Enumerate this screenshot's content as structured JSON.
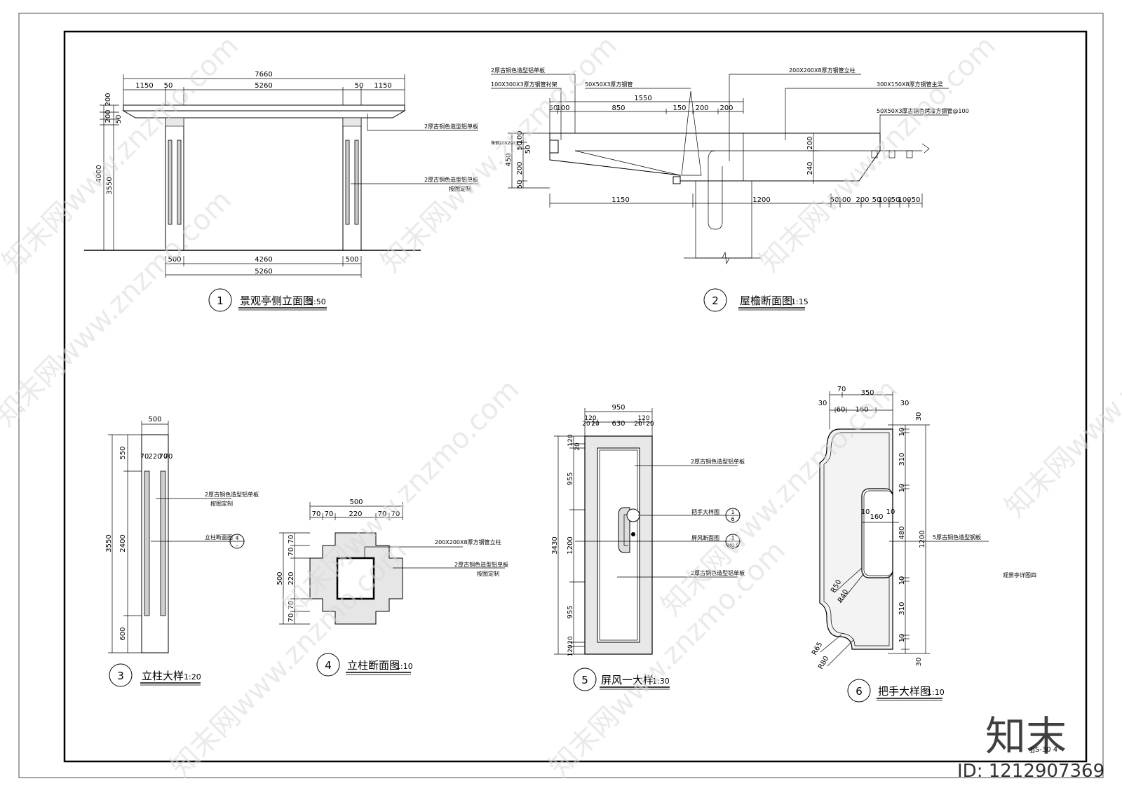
{
  "drawing_1": {
    "title": "景观亭侧立面图",
    "scale": "1:50",
    "number": "1",
    "dims_top": [
      "7660",
      "1150",
      "50",
      "5260",
      "50",
      "1150"
    ],
    "dims_left": [
      "200",
      "200",
      "50",
      "4000",
      "3550"
    ],
    "dims_bottom": [
      "500",
      "4260",
      "500",
      "5260"
    ],
    "notes": [
      "2厚古铜色造型铝单板",
      "2厚古铜色造型铝单板",
      "按图定制"
    ]
  },
  "drawing_2": {
    "title": "屋檐断面图",
    "scale": "1:15",
    "number": "2",
    "notes_top": [
      "2厚古铜色造型铝单板",
      "100X300X3厚方钢管衬架",
      "50X50X3厚方钢管",
      "200X200X8厚方钢管立柱",
      "300X150X8厚方钢管主梁",
      "50X50X3厚古铜色烤漆方钢管@100"
    ],
    "dims_top": [
      "1550",
      "50",
      "100",
      "850",
      "150",
      "200",
      "200"
    ],
    "dims_left": [
      "100",
      "50",
      "50",
      "450",
      "200",
      "50"
    ],
    "dims_right": [
      "200",
      "240"
    ],
    "dims_bottom": [
      "1150",
      "1200",
      "50",
      "100",
      "200",
      "50",
      "100",
      "50",
      "100",
      "50"
    ],
    "side_note": "角钢20X20X3"
  },
  "drawing_3": {
    "title": "立柱大样",
    "scale": "1:20",
    "number": "3",
    "dims_top": [
      "500",
      "70",
      "220",
      "70",
      "70"
    ],
    "dims_left": [
      "550",
      "2400",
      "600",
      "3550"
    ],
    "notes": [
      "2厚古铜色造型铝单板",
      "按图定制",
      "立柱断面图"
    ],
    "callout_top": "4",
    "callout_bottom": "-"
  },
  "drawing_4": {
    "title": "立柱断面图",
    "scale": "1:10",
    "number": "4",
    "dims_top": [
      "500",
      "70",
      "70",
      "220",
      "70",
      "70"
    ],
    "dims_left": [
      "70",
      "70",
      "220",
      "70",
      "70",
      "500"
    ],
    "notes": [
      "200X200X8厚方钢管立柱",
      "2厚古铜色造型铝单板",
      "按图定制"
    ]
  },
  "drawing_5": {
    "title": "屏风一大样",
    "scale": "1:30",
    "number": "5",
    "dims_top": [
      "950",
      "20",
      "120",
      "20",
      "630",
      "20",
      "120",
      "20"
    ],
    "dims_left": [
      "120",
      "20",
      "955",
      "1200",
      "955",
      "20",
      "120",
      "3430"
    ],
    "notes": [
      "2厚古铜色造型铝单板",
      "把手大样图",
      "屏风断面图",
      "2厚古铜色造型铝单板"
    ],
    "callout_a_top": "1",
    "callout_a_bottom": "6",
    "callout_b_top": "1",
    "callout_b_bottom": "302.5"
  },
  "drawing_6": {
    "title": "把手大样图",
    "scale": "1:10",
    "number": "6",
    "dims_top": [
      "70",
      "350",
      "30",
      "60",
      "160",
      "30"
    ],
    "dims_right": [
      "30",
      "10",
      "310",
      "10",
      "480",
      "1200",
      "10",
      "310",
      "10",
      "30"
    ],
    "dims_inner": [
      "10",
      "160",
      "10"
    ],
    "radii": [
      "R50",
      "R40",
      "R65",
      "R80"
    ],
    "notes": [
      "5厚古铜色造型钢板"
    ]
  },
  "side_note": "观景亭详图四",
  "sheet_code": "JJS-30  4",
  "watermark": {
    "text": "知末网www.znzmo.com",
    "logo": "知末",
    "id": "ID: 1212907369"
  }
}
